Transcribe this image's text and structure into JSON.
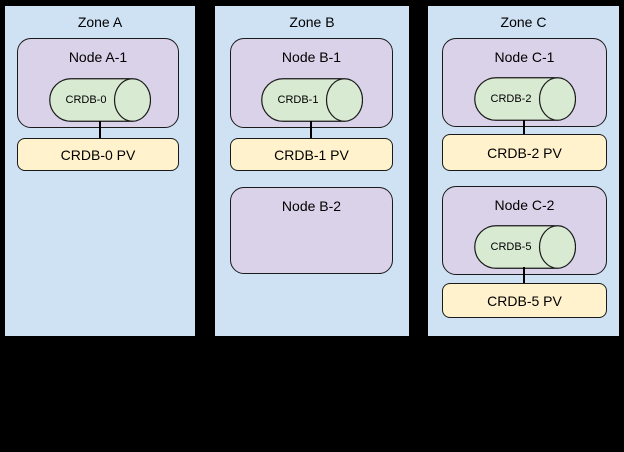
{
  "diagram": {
    "colors": {
      "background": "#000000",
      "zone_fill": "#cfe2f3",
      "node_fill": "#d9d2e9",
      "database_fill": "#d9ead3",
      "pv_fill": "#fff2cc",
      "border": "#000000"
    },
    "zones": [
      {
        "title": "Zone A",
        "nodes": [
          {
            "title": "Node A-1",
            "db": "CRDB-0"
          }
        ],
        "pvs": [
          {
            "label": "CRDB-0 PV"
          }
        ]
      },
      {
        "title": "Zone B",
        "nodes": [
          {
            "title": "Node B-1",
            "db": "CRDB-1"
          },
          {
            "title": "Node B-2"
          }
        ],
        "pvs": [
          {
            "label": "CRDB-1 PV"
          }
        ]
      },
      {
        "title": "Zone C",
        "nodes": [
          {
            "title": "Node C-1",
            "db": "CRDB-2"
          },
          {
            "title": "Node C-2",
            "db": "CRDB-5"
          }
        ],
        "pvs": [
          {
            "label": "CRDB-2 PV"
          },
          {
            "label": "CRDB-5 PV"
          }
        ]
      }
    ]
  }
}
